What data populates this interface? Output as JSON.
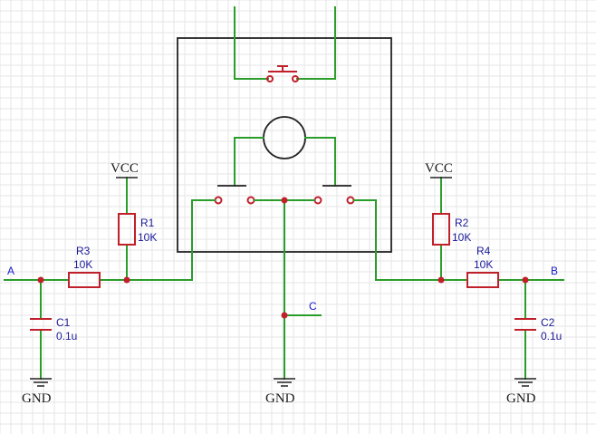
{
  "labels": {
    "vcc_left": "VCC",
    "vcc_right": "VCC",
    "gnd_left": "GND",
    "gnd_mid": "GND",
    "gnd_right": "GND",
    "net_a": "A",
    "net_b": "B",
    "net_c": "C"
  },
  "components": {
    "r1": {
      "ref": "R1",
      "value": "10K"
    },
    "r2": {
      "ref": "R2",
      "value": "10K"
    },
    "r3": {
      "ref": "R3",
      "value": "10K"
    },
    "r4": {
      "ref": "R4",
      "value": "10K"
    },
    "c1": {
      "ref": "C1",
      "value": "0.1u"
    },
    "c2": {
      "ref": "C2",
      "value": "0.1u"
    }
  },
  "colors": {
    "wire": "#2a9d2a",
    "component": "#c0202a",
    "outline": "#222222",
    "net_label": "#1a1acc"
  }
}
